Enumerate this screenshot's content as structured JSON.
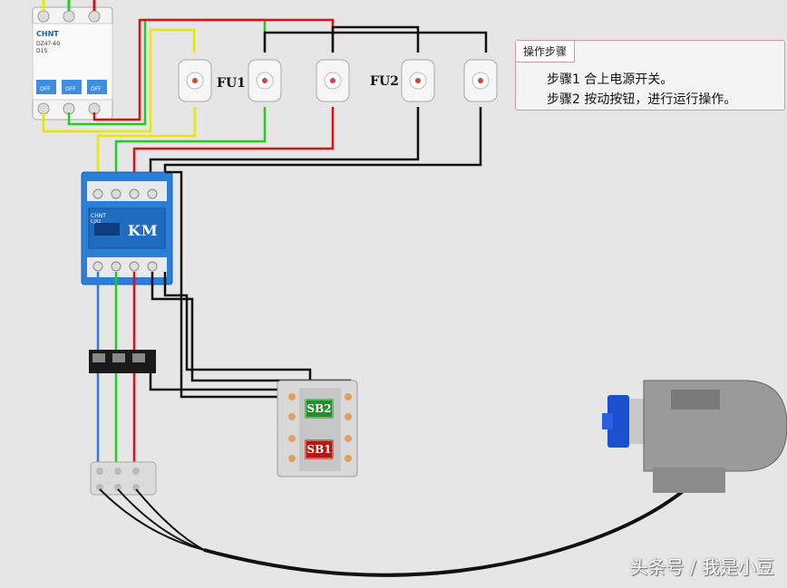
{
  "labels": {
    "fu1": "FU1",
    "fu2": "FU2",
    "km": "KM",
    "sb2": "SB2",
    "sb1": "SB1"
  },
  "breaker": {
    "brand": "CHNT",
    "model": "DZ47-60",
    "rating": "D15"
  },
  "contactor": {
    "brand": "CHNT",
    "model": "CJX2"
  },
  "panel": {
    "title": "操作步骤",
    "steps": [
      "步骤1  合上电源开关。",
      "步骤2  按动按钮，进行运行操作。"
    ]
  },
  "watermark": "头条号 / 我是小豆",
  "colors": {
    "background": "#e6e6e6",
    "wire_yellow": "#e8e800",
    "wire_green": "#22cc22",
    "wire_red": "#dd1111",
    "wire_black": "#111111",
    "contactor_blue": "#2a7fd6",
    "button_green": "#1e8f2a",
    "button_red": "#b01a10"
  }
}
